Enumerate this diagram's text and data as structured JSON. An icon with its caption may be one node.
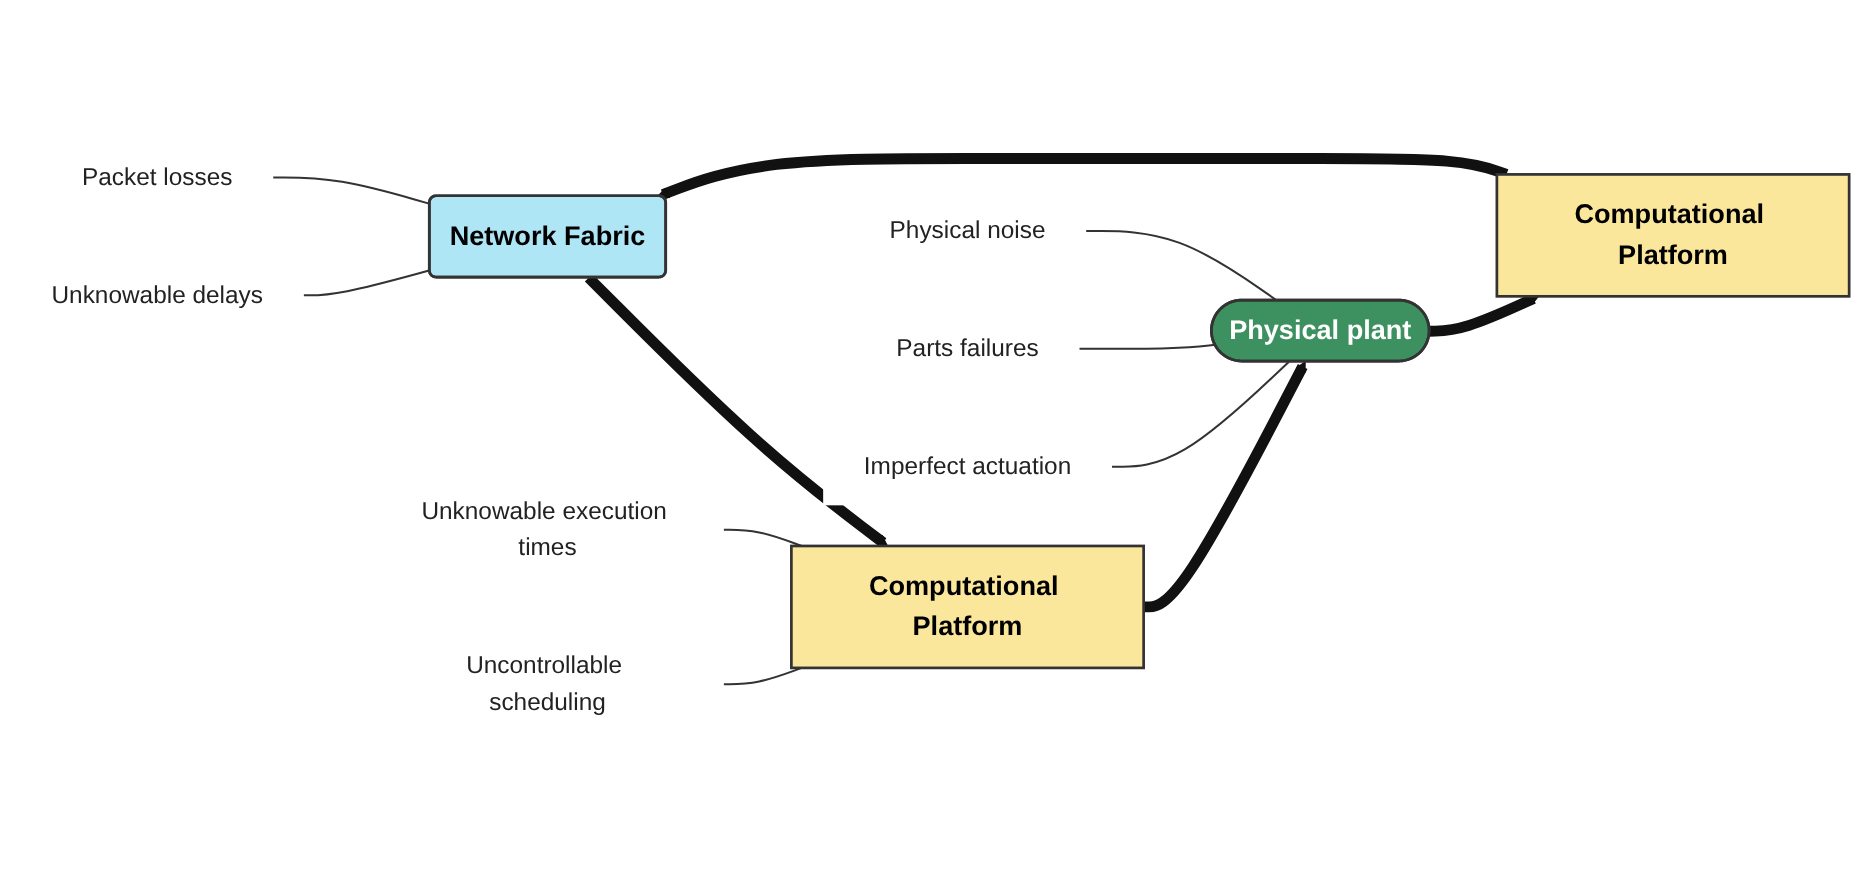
{
  "diagram": {
    "nodes": [
      {
        "text": [
          "Computational Platform"
        ]
      },
      {
        "text": [
          "Network Fabric"
        ]
      },
      {
        "text": [
          "Computational Platform"
        ]
      },
      {
        "text": [
          "Physical plant"
        ]
      },
      {
        "text": [
          "Unknowable delays"
        ]
      },
      {
        "text": [
          "Packet losses"
        ]
      },
      {
        "text": [
          "Unknowable execution times"
        ]
      },
      {
        "text": [
          "Uncontrollable scheduling"
        ]
      },
      {
        "text": [
          "Physical noise"
        ]
      },
      {
        "text": [
          "Parts failures"
        ]
      },
      {
        "text": [
          "Imperfect actuation"
        ]
      }
    ],
    "edges": [
      {
        "from": 0,
        "to": 1,
        "arrow": "to",
        "style": "thick"
      },
      {
        "from": 1,
        "to": 2,
        "arrow": "to",
        "style": "thick"
      },
      {
        "from": 2,
        "to": 3,
        "arrow": "to",
        "style": "thick"
      },
      {
        "from": 3,
        "to": 0,
        "arrow": "to",
        "style": "thick"
      },
      {
        "from": 4,
        "to": 1,
        "arrow": "none"
      },
      {
        "from": 5,
        "to": 1,
        "arrow": "none"
      },
      {
        "from": 6,
        "to": 2,
        "arrow": "none"
      },
      {
        "from": 7,
        "to": 2,
        "arrow": "none"
      },
      {
        "from": 8,
        "to": 3,
        "arrow": "none"
      },
      {
        "from": 9,
        "to": 3,
        "arrow": "none"
      },
      {
        "from": 10,
        "to": 3,
        "arrow": "none"
      }
    ]
  }
}
